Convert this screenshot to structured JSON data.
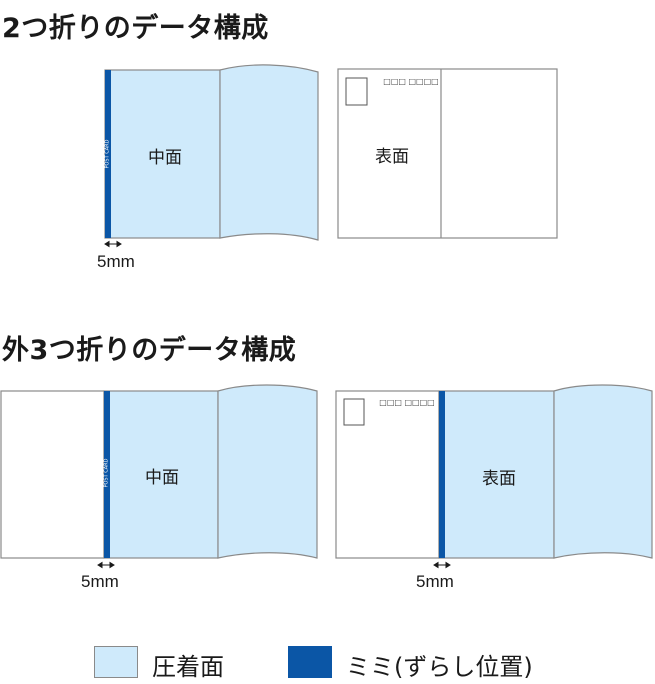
{
  "section1": {
    "title": "2つ折りのデータ構成",
    "inner_label": "中面",
    "outer_label": "表面",
    "spine_text": "POST CARD",
    "stamp_text": "□□□ □□□□",
    "dimension": "5mm"
  },
  "section2": {
    "title": "外3つ折りのデータ構成",
    "inner_label": "中面",
    "outer_label": "表面",
    "spine_text": "POST CARD",
    "stamp_text": "□□□ □□□□",
    "dimension_inner": "5mm",
    "dimension_outer": "5mm"
  },
  "legend": {
    "adhesive_label": "圧着面",
    "margin_label": "ミミ(ずらし位置)"
  },
  "colors": {
    "adhesive": "#cfeafb",
    "margin": "#0b56a6",
    "outline": "#8a8a8a"
  }
}
